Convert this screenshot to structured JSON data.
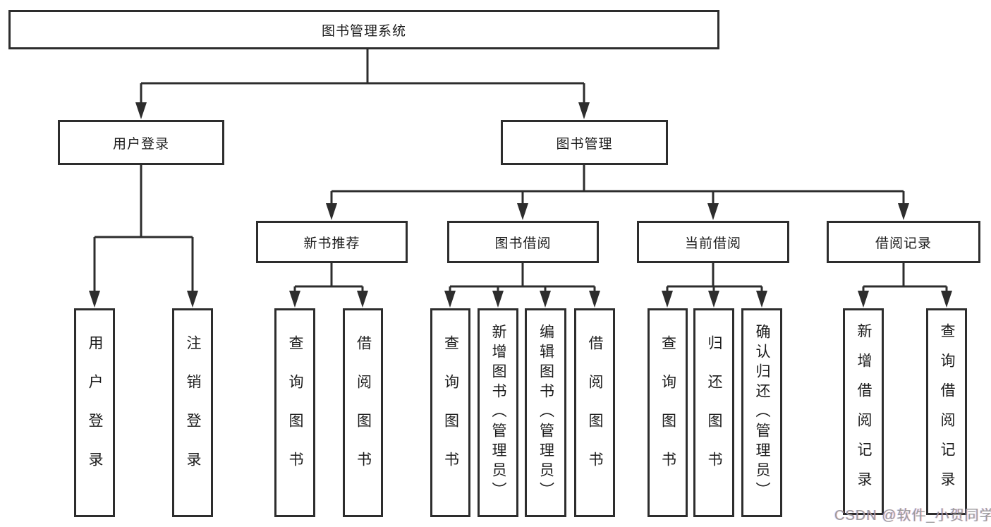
{
  "diagram": {
    "title": "图书管理系统",
    "type": "hierarchy-tree",
    "colors": {
      "line": "#2d2d2d",
      "box_border": "#2d2d2d",
      "box_fill": "#ffffff",
      "text": "#1c1c1c",
      "watermark_text_color": "#9c9c9c",
      "background": "#ffffff"
    },
    "nodes": {
      "root": {
        "label": "图书管理系统"
      },
      "user_login": {
        "label": "用户登录"
      },
      "book_mgmt": {
        "label": "图书管理"
      },
      "new_book_rec": {
        "label": "新书推荐"
      },
      "book_borrow": {
        "label": "图书借阅"
      },
      "current_borrow": {
        "label": "当前借阅"
      },
      "borrow_record": {
        "label": "借阅记录"
      },
      "leaf_user_login": {
        "label": "用户登录"
      },
      "leaf_logout": {
        "label": "注销登录"
      },
      "leaf_query_book_new": {
        "label": "查询图书"
      },
      "leaf_borrow_book_new": {
        "label": "借阅图书"
      },
      "leaf_query_book_borrow": {
        "label": "查询图书"
      },
      "leaf_add_book": {
        "label": "新增图书（管理员）"
      },
      "leaf_edit_book": {
        "label": "编辑图书（管理员）"
      },
      "leaf_borrow_book": {
        "label": "借阅图书"
      },
      "leaf_query_book_current": {
        "label": "查询图书"
      },
      "leaf_return_book": {
        "label": "归还图书"
      },
      "leaf_confirm_return": {
        "label": "确认归还（管理员）"
      },
      "leaf_add_record": {
        "label": "新增借阅记录"
      },
      "leaf_query_record": {
        "label": "查询借阅记录"
      }
    },
    "edges": [
      {
        "from": "root",
        "to": [
          "user_login",
          "book_mgmt"
        ]
      },
      {
        "from": "user_login",
        "to": [
          "leaf_user_login",
          "leaf_logout"
        ]
      },
      {
        "from": "book_mgmt",
        "to": [
          "new_book_rec",
          "book_borrow",
          "current_borrow",
          "borrow_record"
        ]
      },
      {
        "from": "new_book_rec",
        "to": [
          "leaf_query_book_new",
          "leaf_borrow_book_new"
        ]
      },
      {
        "from": "book_borrow",
        "to": [
          "leaf_query_book_borrow",
          "leaf_add_book",
          "leaf_edit_book",
          "leaf_borrow_book"
        ]
      },
      {
        "from": "current_borrow",
        "to": [
          "leaf_query_book_current",
          "leaf_return_book",
          "leaf_confirm_return"
        ]
      },
      {
        "from": "borrow_record",
        "to": [
          "leaf_add_record",
          "leaf_query_record"
        ]
      }
    ],
    "watermark": "CSDN @软件_小贺同学"
  }
}
